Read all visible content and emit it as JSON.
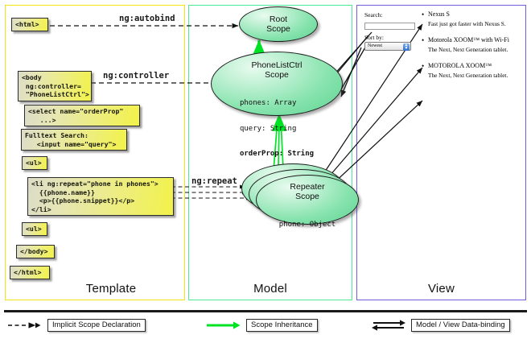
{
  "panels": {
    "template": {
      "label": "Template",
      "border_color": "#f2e314",
      "code_boxes": [
        {
          "name": "html-open-tag",
          "text": "<html>"
        },
        {
          "name": "body-controller-tag",
          "text": "<body\n ng:controller=\n \"PhoneListCtrl\">"
        },
        {
          "name": "select-orderprop-tag",
          "text": "<select name=\"orderProp\"\n   ...>"
        },
        {
          "name": "fulltext-search-input",
          "text": "Fulltext Search:\n   <input name=\"query\">"
        },
        {
          "name": "ul-open-tag",
          "text": "<ul>"
        },
        {
          "name": "li-ngrepeat-tag",
          "text": "<li ng:repeat=\"phone in phones\">\n  {{phone.name}}\n  <p>{{phone.snippet}}</p>\n</li>"
        },
        {
          "name": "ul-close-tag",
          "text": "<ul>"
        },
        {
          "name": "body-close-tag",
          "text": "</body>"
        },
        {
          "name": "html-close-tag",
          "text": "</html>"
        }
      ]
    },
    "model": {
      "label": "Model",
      "border_color": "#4de89a",
      "scopes": [
        {
          "name": "root-scope",
          "title_lines": [
            "Root",
            "Scope"
          ],
          "properties": []
        },
        {
          "name": "phonelistctrl-scope",
          "title_lines": [
            "PhoneListCtrl",
            "Scope"
          ],
          "properties": [
            {
              "text": "phones: Array",
              "bold": false
            },
            {
              "text": "query: String",
              "bold": false
            },
            {
              "text": "orderProp: String",
              "bold": true
            }
          ]
        },
        {
          "name": "repeater-scope",
          "title_lines": [
            "Repeater",
            "Scope"
          ],
          "properties": [
            {
              "text": "phone: Object",
              "bold": false
            }
          ]
        }
      ]
    },
    "view": {
      "label": "View",
      "border_color": "#6f5fe0",
      "search_label": "Search:",
      "search_value": "",
      "sort_label": "Sort by:",
      "sort_selected": "Newest",
      "phones": [
        {
          "name": "Nexus S",
          "snippet": "Fast just got faster with Nexus S."
        },
        {
          "name": "Motorola XOOM™ with Wi-Fi",
          "snippet": "The Next, Next Generation tablet."
        },
        {
          "name": "MOTOROLA XOOM™",
          "snippet": "The Next, Next Generation tablet."
        }
      ]
    }
  },
  "wire_labels": [
    {
      "name": "ng-autobind-label",
      "text": "ng:autobind"
    },
    {
      "name": "ng-controller-label",
      "text": "ng:controller"
    },
    {
      "name": "ng-repeat-label",
      "text": "ng:repeat"
    }
  ],
  "legend": [
    {
      "name": "legend-implicit-scope-declaration",
      "text": "Implicit Scope Declaration",
      "style": "dashed-black"
    },
    {
      "name": "legend-scope-inheritance",
      "text": "Scope Inheritance",
      "style": "solid-green"
    },
    {
      "name": "legend-model-view-databinding",
      "text": "Model / View Data-binding",
      "style": "double-black"
    }
  ],
  "colors": {
    "template_border": "#f2e314",
    "model_border": "#4de89a",
    "view_border": "#6f5fe0",
    "scope_fill": "#86e3ad",
    "code_fill": "#f2f24a",
    "inheritance_arrow": "#00e324"
  }
}
